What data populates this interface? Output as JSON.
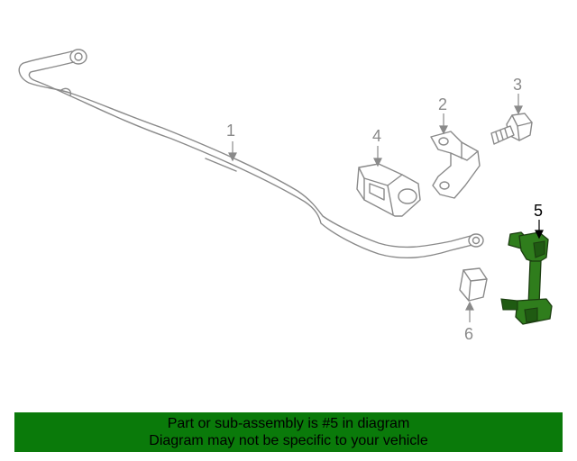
{
  "callouts": [
    {
      "id": "1",
      "label": "1"
    },
    {
      "id": "2",
      "label": "2"
    },
    {
      "id": "3",
      "label": "3"
    },
    {
      "id": "4",
      "label": "4"
    },
    {
      "id": "5",
      "label": "5"
    },
    {
      "id": "6",
      "label": "6"
    }
  ],
  "highlighted_part": "5",
  "colors": {
    "highlight": "#2f7d1c",
    "banner_background": "#0a7a0a",
    "outline": "#8a8a8a"
  },
  "banner": {
    "line1": "Part or sub-assembly is #5 in diagram",
    "line2": "Diagram may not be specific to your vehicle"
  }
}
